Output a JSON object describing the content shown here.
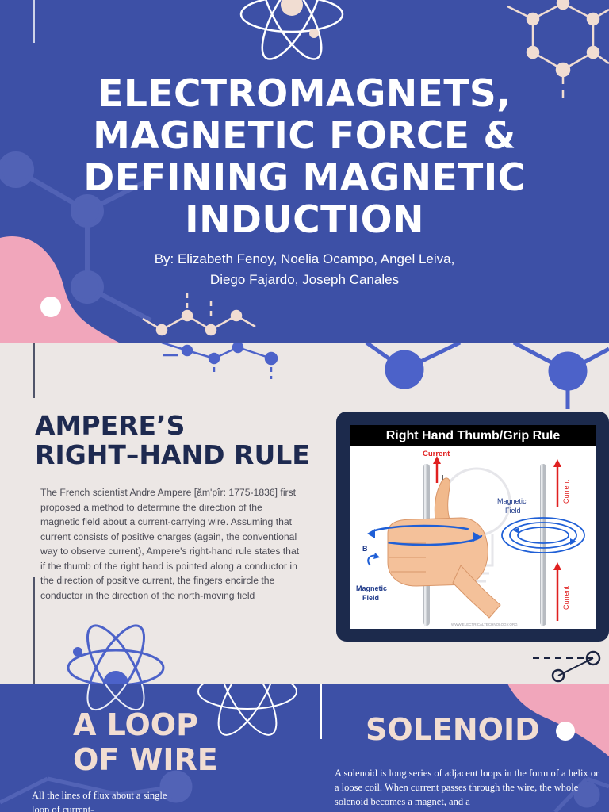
{
  "header": {
    "title_lines": [
      "ELECTROMAGNETS,",
      "MAGNETIC FORCE &",
      "DEFINING MAGNETIC",
      "INDUCTION"
    ],
    "authors_lines": [
      "By: Elizabeth Fenoy, Noelia Ocampo, Angel Leiva,",
      "Diego Fajardo, Joseph Canales"
    ]
  },
  "ampere": {
    "heading_lines": [
      "AMPERE’S",
      "RIGHT–HAND RULE"
    ],
    "body": "The French scientist Andre Ampere [ăm'pîr: 1775-1836] first proposed a method to determine the direction of the magnetic field about a current-carrying wire. Assuming that current consists of positive charges (again, the conventional way to observe current), Ampere's right-hand rule states that if the thumb of the right hand is pointed along a conductor in the direction of positive current, the fingers encircle the conductor in the direction of the north-moving field"
  },
  "figure": {
    "title": "Right Hand Thumb/Grip Rule",
    "label_current_top": "Current",
    "label_i": "I",
    "label_b": "B",
    "label_magnetic_field_left": [
      "Magnetic",
      "Field"
    ],
    "label_magnetic_field_right": [
      "Magnetic",
      "Field"
    ],
    "label_current_right_top": "Current",
    "label_current_right_bottom": "Current",
    "watermark": "WWW.ELECTRICALTECHNOLOGY.ORG"
  },
  "loop": {
    "heading_lines": [
      "A LOOP",
      "OF WIRE"
    ],
    "body": "All the lines of flux about a single loop of current-"
  },
  "solenoid": {
    "heading": "SOLENOID",
    "body": "A solenoid is long series of adjacent loops in the form of a helix or a loose coil. When current passes through the wire, the whole solenoid becomes a magnet, and a"
  },
  "colors": {
    "navy_band": "#3d50a6",
    "cream_band": "#ece7e5",
    "heading_dark": "#1e2a50",
    "heading_cream": "#f1ddd2",
    "pink_blob": "#f1a6bb",
    "figure_frame": "#1c2a4c",
    "arrow_red": "#e02020",
    "arrow_blue": "#1f5fd6"
  }
}
